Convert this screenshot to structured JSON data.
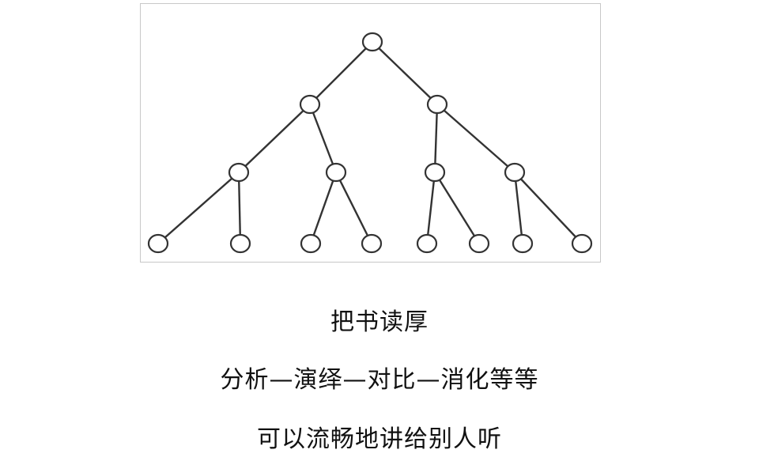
{
  "captions": {
    "line1": "把书读厚",
    "line2": "分析—演绎—对比—消化等等",
    "line3": "可以流畅地讲给别人听"
  },
  "tree": {
    "levels": 4,
    "branching": 2,
    "colors": {
      "edge": "#333333",
      "node_stroke": "#333333",
      "node_fill": "#ffffff",
      "frame": "#c8c8c8"
    }
  }
}
